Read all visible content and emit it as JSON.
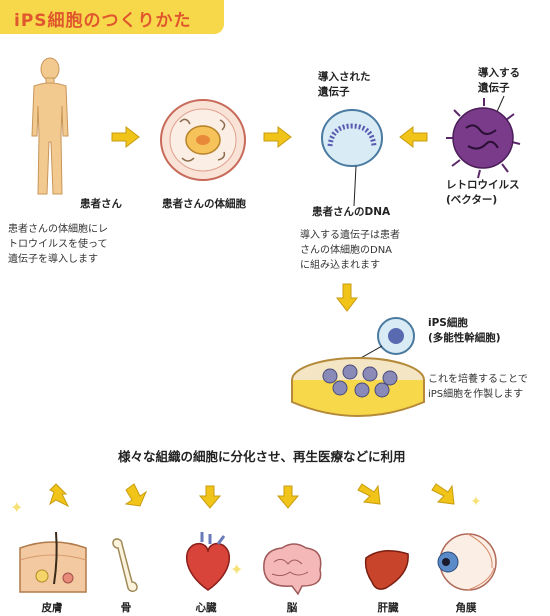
{
  "title": "iPS細胞のつくりかた",
  "step_labels": {
    "patient": "患者さん",
    "somatic_cell": "患者さんの体細胞",
    "dna": "患者さんのDNA",
    "gene_to_introduce": "導入された\n遺伝子",
    "gene_introducing": "導入する\n遺伝子",
    "retrovirus": "レトロウイルス\n(ベクター)",
    "ips_cell": "iPS細胞\n(多能性幹細胞)"
  },
  "descriptions": {
    "patient_desc": "患者さんの体細胞にレ\nトロウイルスを使って\n遺伝子を導入します",
    "dna_desc": "導入する遺伝子は患者\nさんの体細胞のDNA\nに組み込まれます",
    "culture_desc": "これを培養することで\niPS細胞を作製します"
  },
  "differentiation_caption": "様々な組織の細胞に分化させ、再生医療などに利用",
  "organs": [
    "皮膚",
    "骨",
    "心臓",
    "脳",
    "肝臓",
    "角膜"
  ],
  "colors": {
    "title_bg": "#f7d84a",
    "title_text": "#e0572e",
    "arrow": "#f0c419",
    "skin": "#f2c98f",
    "virus": "#7a3c8a",
    "cell_blue": "#d9ecf6"
  }
}
